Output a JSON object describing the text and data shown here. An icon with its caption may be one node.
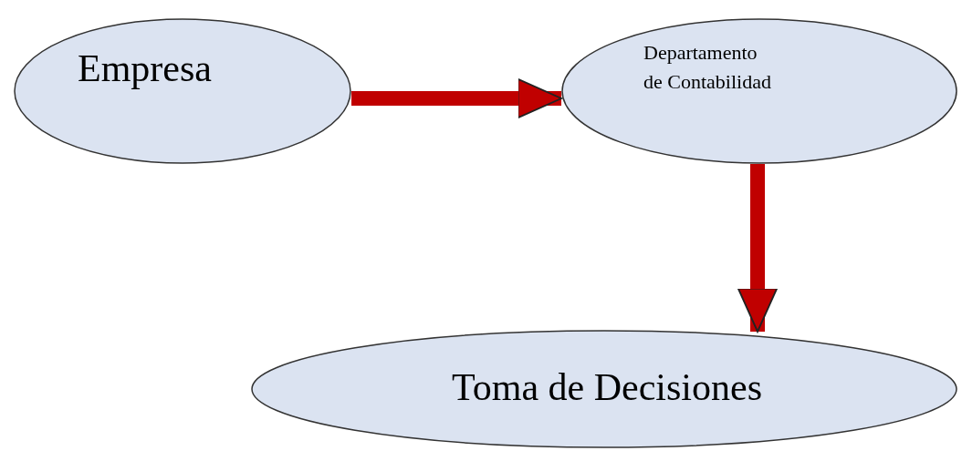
{
  "diagram": {
    "nodes": [
      {
        "text": [
          "Empresa"
        ]
      },
      {
        "text": [
          "Departamento de Contabilidad"
        ]
      },
      {
        "text": [
          "Toma de Decisiones"
        ]
      }
    ],
    "edges": [
      {
        "from": 0,
        "to": 1,
        "arrow": "to"
      },
      {
        "from": 1,
        "to": 2,
        "arrow": "to"
      }
    ]
  }
}
